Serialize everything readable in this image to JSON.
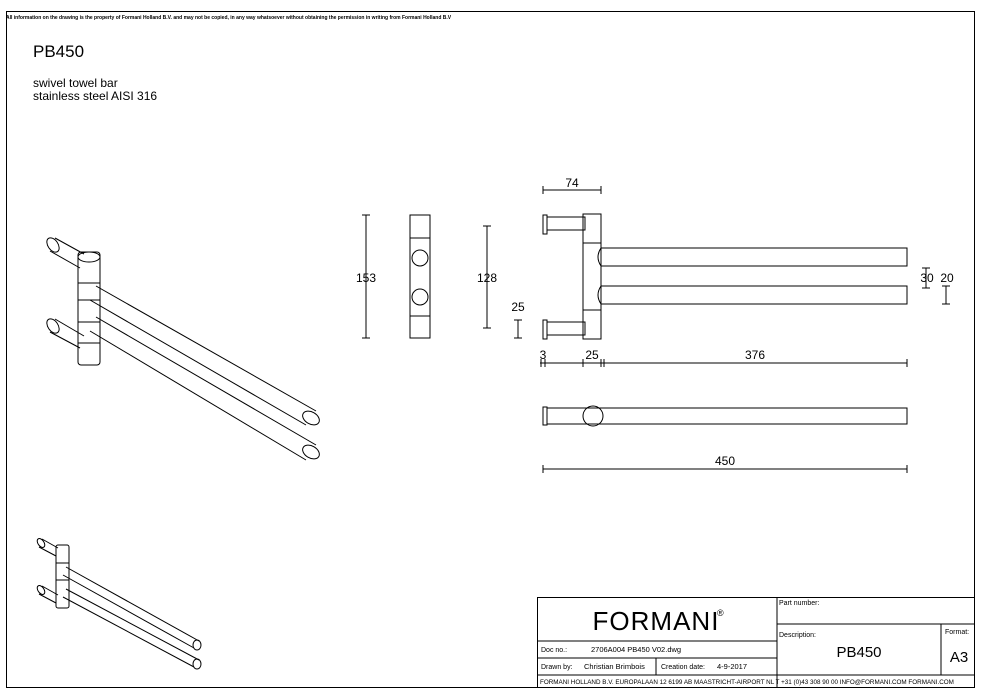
{
  "notice": "All information on the drawing is the property of Formani Holland B.V. and may not be copied, in any way whatsoever without obtaining the permission in writing from Formani Holland B.V",
  "product": {
    "code": "PB450",
    "description_line1": "swivel towel bar",
    "description_line2": "stainless steel AISI 316"
  },
  "dimensions": {
    "side_height": "153",
    "side_inner": "128",
    "front_width": "74",
    "bar_diameter": "25",
    "arm_spacing": "30",
    "bar_height": "20",
    "wall_offset": "3",
    "hinge_width": "25",
    "bar_length": "376",
    "total_length": "450"
  },
  "title_block": {
    "brand": "FORMANI",
    "brand_mark": "®",
    "part_number_label": "Part number:",
    "description_label": "Description:",
    "description_value": "PB450",
    "format_label": "Format:",
    "format_value": "A3",
    "doc_no_label": "Doc no.:",
    "doc_no_value": "2706A004 PB450 V02.dwg",
    "drawn_by_label": "Drawn by:",
    "drawn_by_value": "Christian Brimbois",
    "creation_date_label": "Creation date:",
    "creation_date_value": "4-9-2017",
    "footer": "FORMANI HOLLAND B.V.  EUROPALAAN 12  6199 AB MAASTRICHT-AIRPORT NL  T +31 (0)43 308 90 00 INFO@FORMANI.COM FORMANI.COM"
  }
}
